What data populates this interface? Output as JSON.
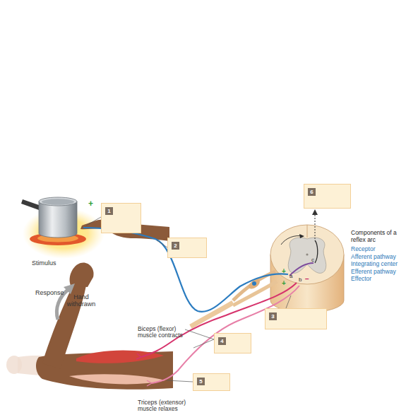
{
  "diagram": {
    "nodes": [
      {
        "text": [
          "1"
        ]
      },
      {
        "text": [
          "2"
        ]
      },
      {
        "text": [
          "3"
        ]
      },
      {
        "text": [
          "4"
        ]
      },
      {
        "text": [
          "5"
        ]
      },
      {
        "text": [
          "6"
        ]
      },
      {
        "text": [
          "Components of a reflex arc",
          "Receptor",
          "Afferent pathway",
          "Integrating center",
          "Efferent pathway",
          "Effector"
        ]
      }
    ],
    "labels": [
      "+",
      "Stimulus",
      "Response",
      "Hand withdrawn",
      "Biceps (flexor) muscle contracts",
      "Triceps (extensor) muscle relaxes",
      "+",
      "a",
      "+",
      "b",
      "−",
      "c"
    ]
  }
}
